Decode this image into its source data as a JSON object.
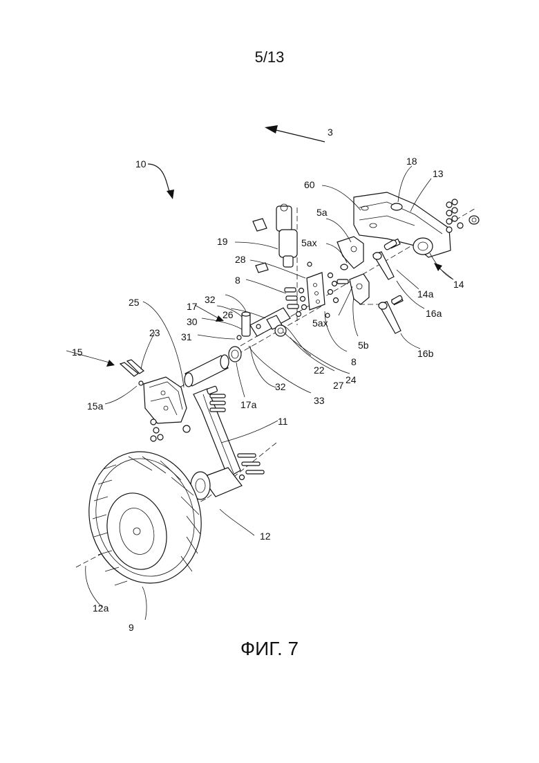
{
  "page_number": "5/13",
  "figure_caption": "ФИГ. 7",
  "labels": {
    "l3": "3",
    "l10": "10",
    "l18": "18",
    "l13": "13",
    "l60": "60",
    "l5a": "5a",
    "l5ax_top": "5ax",
    "l19": "19",
    "l28": "28",
    "l8_top": "8",
    "l14": "14",
    "l14a": "14a",
    "l16a": "16a",
    "l16b": "16b",
    "l5b": "5b",
    "l5ax_bottom": "5ax",
    "l8_bottom": "8",
    "l24": "24",
    "l27": "27",
    "l22": "22",
    "l33": "33",
    "l32_top": "32",
    "l32_bottom": "32",
    "l26": "26",
    "l17": "17",
    "l30": "30",
    "l31": "31",
    "l25": "25",
    "l23": "23",
    "l15": "15",
    "l15a": "15a",
    "l17a": "17a",
    "l11": "11",
    "l12": "12",
    "l12a": "12a",
    "l9": "9"
  }
}
